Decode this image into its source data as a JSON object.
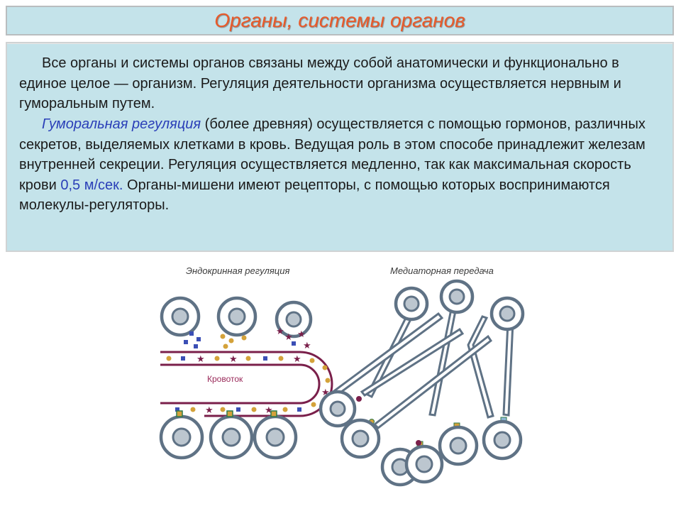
{
  "header": {
    "title": "Органы, системы органов"
  },
  "content": {
    "p1": "Все органы и системы органов связаны между собой анатомически и функционально в единое целое — организм. Регуляция деятельности организма осуществляется нервным и гуморальным путем.",
    "p2_term": "Гуморальная регуляция",
    "p2_text_a": " (более древняя) осуществляется с помощью гормонов, различных секретов, выделяемых клетками в кровь. Ведущая роль в этом способе принадлежит железам внутренней секреции. Регуляция осуществляется медленно, так как максимальная скорость крови ",
    "p2_speed": "0,5 м/сек.",
    "p2_text_b": " Органы-мишени имеют рецепторы, с помощью которых воспринимаются молекулы-регуляторы."
  },
  "diagram": {
    "left_label": "Эндокринная регуляция",
    "right_label": "Медиаторная передача",
    "vessel_label": "Кровоток"
  },
  "colors": {
    "title_text": "#e85a2a",
    "panel_bg": "#c4e3ea",
    "highlight": "#2a3fb8",
    "cell_stroke": "#5f7285",
    "vessel": "#7a1f4a",
    "hormone_dot": "#d4a23a",
    "hormone_square": "#3b4fb5",
    "hormone_star": "#7a1f4a"
  }
}
